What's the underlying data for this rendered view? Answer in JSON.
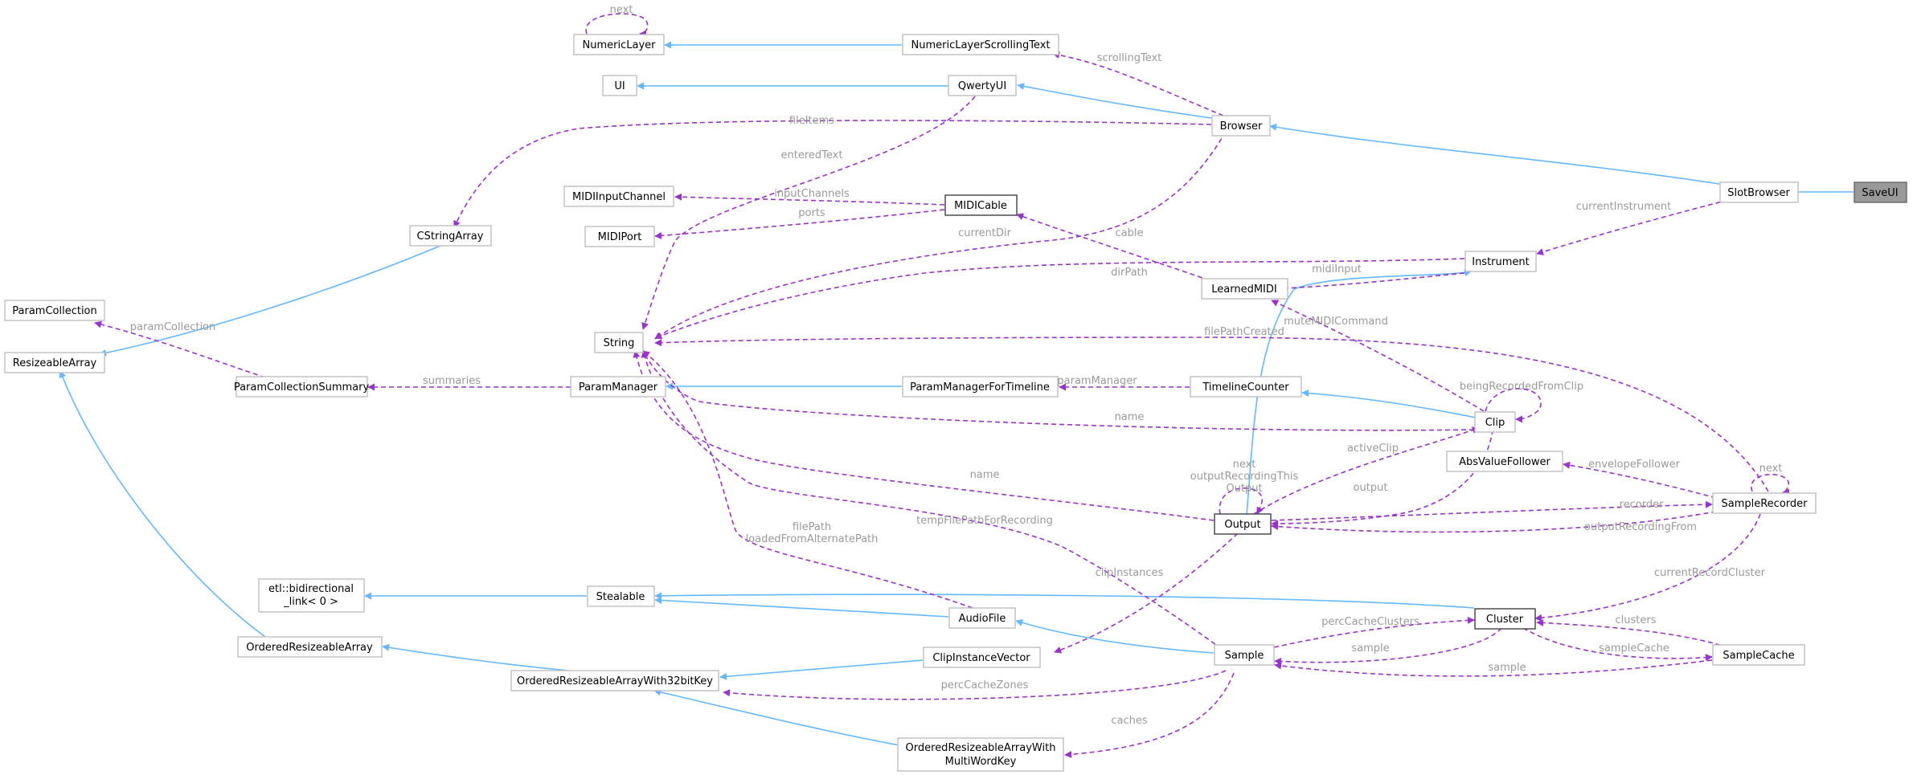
{
  "colors": {
    "inheritance": "#63b8ff",
    "usage": "#9a32cd",
    "label": "#9a9a9a",
    "node_border": "#bfbfbf"
  },
  "nodes": {
    "numeric_layer": "NumericLayer",
    "numeric_layer_scrolling_text": "NumericLayerScrollingText",
    "ui": "UI",
    "qwerty_ui": "QwertyUI",
    "browser": "Browser",
    "slot_browser": "SlotBrowser",
    "save_ui": "SaveUI",
    "midi_input_channel": "MIDIInputChannel",
    "midi_cable": "MIDICable",
    "midi_port": "MIDIPort",
    "cstring_array": "CStringArray",
    "param_collection": "ParamCollection",
    "resizeable_array": "ResizeableArray",
    "param_collection_summary": "ParamCollectionSummary",
    "string": "String",
    "param_manager": "ParamManager",
    "param_manager_for_timeline": "ParamManagerForTimeline",
    "timeline_counter": "TimelineCounter",
    "learned_midi": "LearnedMIDI",
    "instrument": "Instrument",
    "clip": "Clip",
    "abs_value_follower": "AbsValueFollower",
    "sample_recorder": "SampleRecorder",
    "output": "Output",
    "etl_bidirectional_l1": "etl::bidirectional",
    "etl_bidirectional_l2": "_link< 0 >",
    "stealable": "Stealable",
    "cluster": "Cluster",
    "audio_file": "AudioFile",
    "ordered_resizeable_array": "OrderedResizeableArray",
    "clip_instance_vector": "ClipInstanceVector",
    "sample": "Sample",
    "sample_cache": "SampleCache",
    "ordered_resizeable_array_32bit": "OrderedResizeableArrayWith32bitKey",
    "ordered_multi_l1": "OrderedResizeableArrayWith",
    "ordered_multi_l2": "MultiWordKey"
  },
  "edge_labels": {
    "next_numeric": "next",
    "scrolling_text": "scrollingText",
    "file_items": "fileItems",
    "entered_text": "enteredText",
    "input_channels": "inputChannels",
    "ports": "ports",
    "current_dir": "currentDir",
    "cable": "cable",
    "current_instrument": "currentInstrument",
    "dir_path": "dirPath",
    "midi_input": "midiInput",
    "file_path_created": "filePathCreated",
    "mute_midi_command": "muteMIDICommand",
    "param_collection": "paramCollection",
    "summaries": "summaries",
    "param_manager": "paramManager",
    "being_recorded_from_clip": "beingRecordedFromClip",
    "name_clip": "name",
    "next_output": "next",
    "output_recording_this_l1": "outputRecordingThis",
    "output_recording_this_l2": "Output",
    "name_output": "name",
    "active_clip": "activeClip",
    "output_label": "output",
    "next_recorder": "next",
    "envelope_follower": "envelopeFollower",
    "recorder": "recorder",
    "output_recording_from": "outputRecordingFrom",
    "temp_file_path": "tempFilePathForRecording",
    "file_path": "filePath",
    "loaded_from_alternate_path": "loadedFromAlternatePath",
    "clip_instances": "clipInstances",
    "current_record_cluster": "currentRecordCluster",
    "perc_cache_clusters": "percCacheClusters",
    "sample_a": "sample",
    "sample_cache": "sampleCache",
    "clusters": "clusters",
    "sample_b": "sample",
    "perc_cache_zones": "percCacheZones",
    "caches": "caches"
  }
}
